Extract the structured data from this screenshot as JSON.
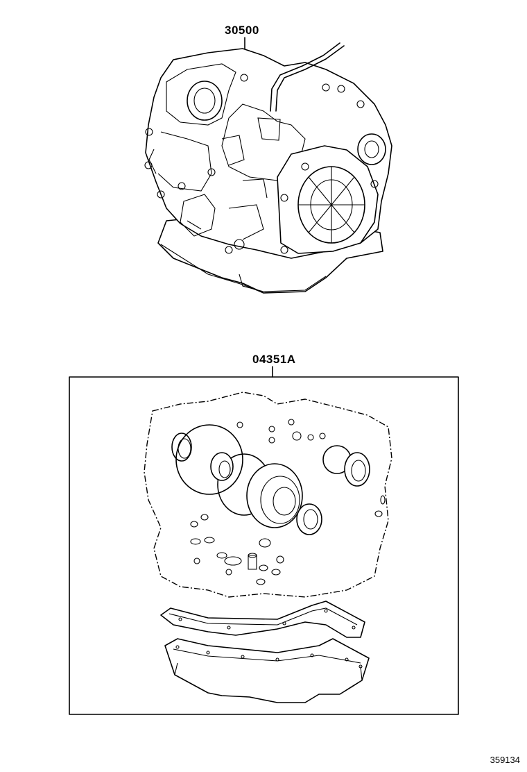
{
  "parts": {
    "transmission_assembly": "30500",
    "overhaul_gasket_kit": "04351A"
  },
  "figure_id": "359134"
}
